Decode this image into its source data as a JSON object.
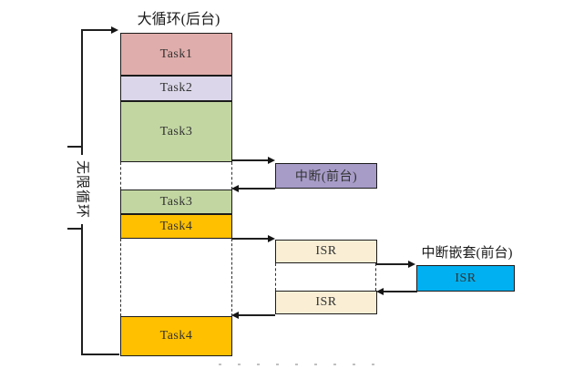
{
  "diagram_title": "大循环(后台)",
  "loop_label": "无限循环",
  "colors": {
    "task1": "#DFADAB",
    "task2": "#DBD6E9",
    "task3": "#C2D6A2",
    "task4": "#FFC000",
    "interrupt": "#A79CC8",
    "isr": "#FAEFD5",
    "nested_isr": "#00B0F0",
    "line": "#1F1F1F"
  },
  "column": {
    "tasks": [
      {
        "label": "Task1"
      },
      {
        "label": "Task2"
      },
      {
        "label": "Task3"
      },
      {
        "label": "Task3"
      },
      {
        "label": "Task4"
      },
      {
        "label": "Task4"
      }
    ]
  },
  "foreground": {
    "interrupt_label": "中断(前台)",
    "isr_top_label": "ISR",
    "isr_bottom_label": "ISR",
    "nested_title": "中断嵌套(前台)",
    "nested_isr_label": "ISR"
  }
}
